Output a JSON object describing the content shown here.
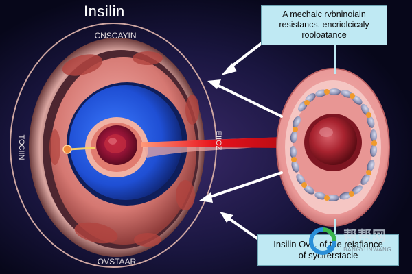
{
  "diagram": {
    "title": "Insilin",
    "label_top_arc": "CNSCAYIN",
    "label_left_vertical": "TOCIIN",
    "label_right_vertical": "EIIOZ",
    "label_bottom_arc": "OVSTAAR",
    "info_box_top": {
      "line1": "A mechaic rvbninoiain",
      "line2": "resistancs. encriolcicaly",
      "line3": "rooloatance"
    },
    "info_box_bottom": {
      "line1": "Insilin Ov...  of the relafiance",
      "line2": "of sycirerstacie"
    }
  },
  "watermark": {
    "chinese_text": "帮帮网",
    "latin_text": "BANGYUNWANG"
  },
  "colors": {
    "background": "#0b0b1e",
    "outer_ring": "#c9a7a2",
    "blue_core": "#1d4fd8",
    "pink_tissue": "#e78d8d",
    "red_beam": "#e8121c",
    "info_box": "#bfe9f3",
    "arrow": "#ffffff"
  }
}
